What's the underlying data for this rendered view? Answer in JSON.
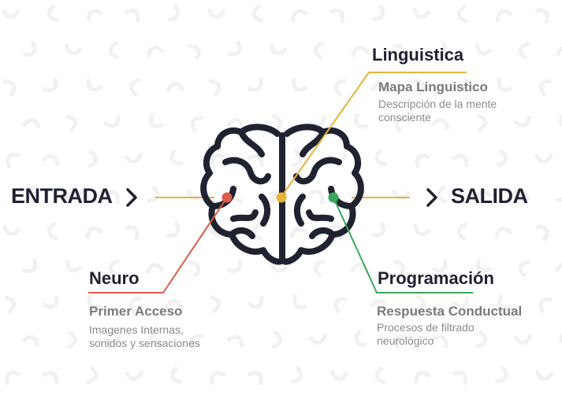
{
  "colors": {
    "ink": "#1f2230",
    "yellow": "#e6b43a",
    "red": "#e05a48",
    "green": "#3aa75a",
    "gray_title": "#7a7a7a",
    "gray_text": "#8a8a8a"
  },
  "entrada": {
    "label": "ENTRADA",
    "icon": "chevron-right-icon"
  },
  "salida": {
    "label": "SALIDA",
    "icon": "chevron-right-icon"
  },
  "linguistica": {
    "title": "Linguistica",
    "subtitle": "Mapa Linguistico",
    "description": "Descripción de la mente consciente"
  },
  "neuro": {
    "title": "Neuro",
    "subtitle": "Primer Acceso",
    "description": "Imagenes Internas, sonidos y sensaciones"
  },
  "programacion": {
    "title": "Programación",
    "subtitle": "Respuesta Conductual",
    "description": "Procesos de filtrado neurológico"
  },
  "brain": {
    "icon": "brain-icon"
  }
}
